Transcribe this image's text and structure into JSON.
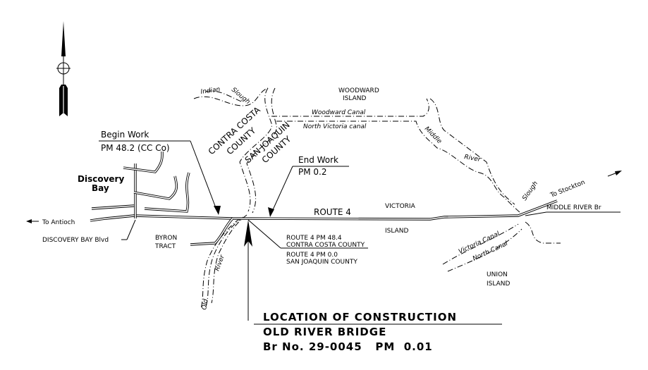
{
  "north_arrow": {
    "icon": "north-arrow-icon"
  },
  "labels": {
    "indian": "Indian",
    "slough1": "Slough",
    "woodward_island": [
      "WOODWARD",
      "ISLAND"
    ],
    "woodward_canal": "Woodward Canal",
    "north_victoria_canal": "North Victoria canal",
    "contra_costa_county": [
      "CONTRA COSTA",
      "COUNTY"
    ],
    "san_joaquin_county": [
      "SAN JOAQUIN",
      "COUNTY"
    ],
    "middle": "Middle",
    "river": "River",
    "slough2": "Slough",
    "to_stockton": "To Stockton",
    "middle_river_br": "MIDDLE RIVER Br",
    "victoria": "VICTORIA",
    "island": "ISLAND",
    "route4": "ROUTE 4",
    "to_antioch": "To Antioch",
    "discovery_bay": [
      "Discovery",
      "Bay"
    ],
    "discovery_bay_blvd": "DISCOVERY BAY Blvd",
    "byron_tract": [
      "BYRON",
      "TRACT"
    ],
    "old": "Old",
    "old_river": "River",
    "victoria_canal": "Victoria Canal",
    "north_canal": "North Canal",
    "union_island": [
      "UNION",
      "ISLAND"
    ]
  },
  "begin_work": {
    "title": "Begin Work",
    "pm": "PM 48.2 (CC Co)"
  },
  "end_work": {
    "title": "End Work",
    "pm": "PM 0.2"
  },
  "county_line_box": {
    "cc": [
      "ROUTE 4 PM 48.4",
      "CONTRA COSTA COUNTY"
    ],
    "sj": [
      "ROUTE 4 PM 0.0",
      "SAN JOAQUIN COUNTY"
    ]
  },
  "title_block": {
    "line1": "LOCATION OF CONSTRUCTION",
    "line2": "OLD RIVER BRIDGE",
    "line3": "Br No. 29-0045   PM  0.01"
  }
}
